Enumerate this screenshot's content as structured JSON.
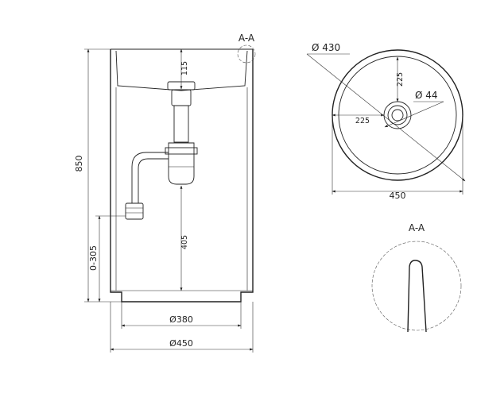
{
  "section_label_top": "A-A",
  "section_label_detail": "A-A",
  "front_view": {
    "dim_rim_height": "115",
    "dim_total_height": "850",
    "dim_drain_height": "0-305",
    "dim_base_height": "405",
    "dim_base_diameter": "Ø380",
    "dim_body_diameter": "Ø450"
  },
  "top_view": {
    "dim_basin_diameter": "Ø 430",
    "dim_drain_diameter": "Ø 44",
    "dim_center_vertical": "225",
    "dim_center_horizontal": "225",
    "dim_outer_width": "450"
  }
}
